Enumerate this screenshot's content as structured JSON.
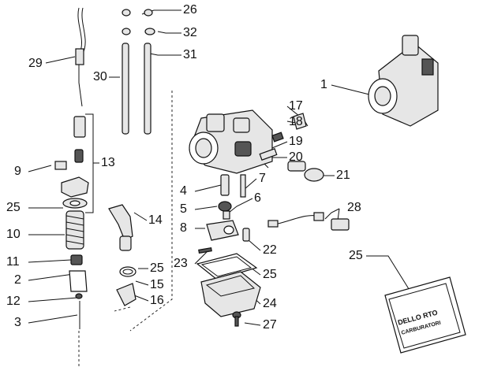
{
  "callouts": [
    {
      "id": "l1",
      "text": "1"
    },
    {
      "id": "l2",
      "text": "2"
    },
    {
      "id": "l3",
      "text": "3"
    },
    {
      "id": "l4",
      "text": "4"
    },
    {
      "id": "l5",
      "text": "5"
    },
    {
      "id": "l6",
      "text": "6"
    },
    {
      "id": "l7",
      "text": "7"
    },
    {
      "id": "l8",
      "text": "8"
    },
    {
      "id": "l9",
      "text": "9"
    },
    {
      "id": "l10",
      "text": "10"
    },
    {
      "id": "l11",
      "text": "11"
    },
    {
      "id": "l12",
      "text": "12"
    },
    {
      "id": "l13",
      "text": "13"
    },
    {
      "id": "l14",
      "text": "14"
    },
    {
      "id": "l15",
      "text": "15"
    },
    {
      "id": "l16",
      "text": "16"
    },
    {
      "id": "l17",
      "text": "17"
    },
    {
      "id": "l18",
      "text": "18"
    },
    {
      "id": "l19",
      "text": "19"
    },
    {
      "id": "l20",
      "text": "20"
    },
    {
      "id": "l21",
      "text": "21"
    },
    {
      "id": "l22",
      "text": "22"
    },
    {
      "id": "l23",
      "text": "23"
    },
    {
      "id": "l24",
      "text": "24"
    },
    {
      "id": "l25a",
      "text": "25"
    },
    {
      "id": "l25b",
      "text": "25"
    },
    {
      "id": "l25c",
      "text": "25"
    },
    {
      "id": "l25d",
      "text": "25"
    },
    {
      "id": "l26",
      "text": "26"
    },
    {
      "id": "l27",
      "text": "27"
    },
    {
      "id": "l28",
      "text": "28"
    },
    {
      "id": "l29",
      "text": "29"
    },
    {
      "id": "l30",
      "text": "30"
    },
    {
      "id": "l31",
      "text": "31"
    },
    {
      "id": "l32",
      "text": "32"
    }
  ],
  "bag": {
    "line1": "DELLO RTO",
    "line2": "CARBURATORI"
  }
}
